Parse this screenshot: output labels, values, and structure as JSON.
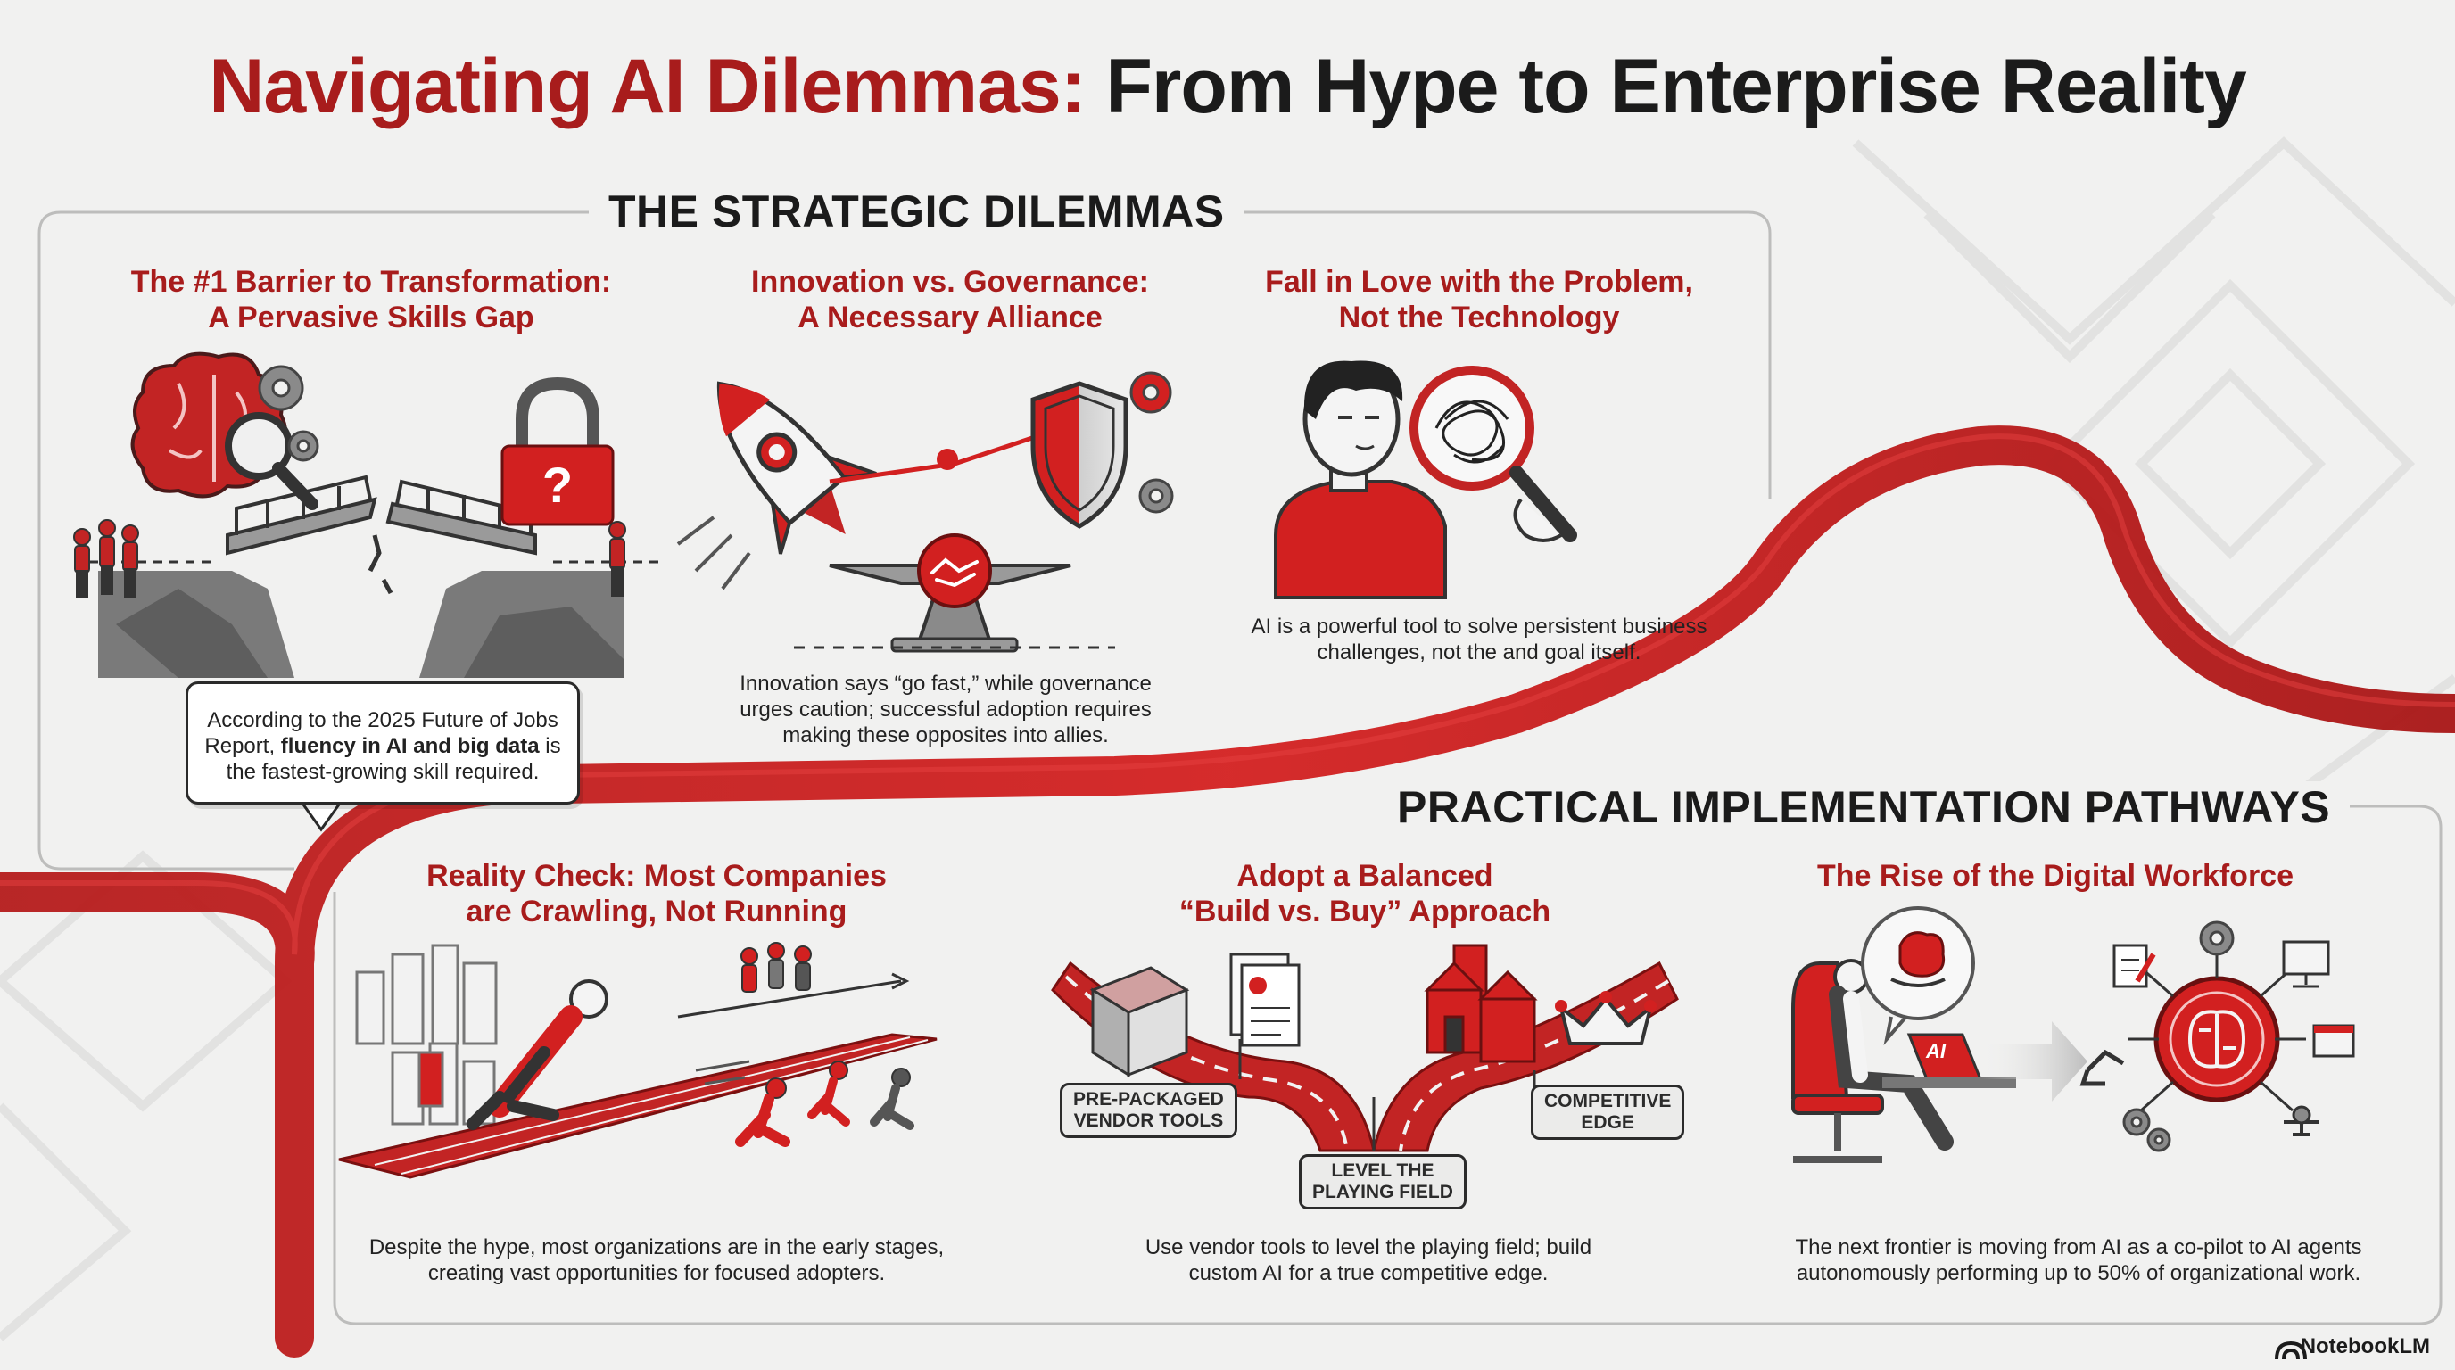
{
  "title": {
    "part1": "Navigating AI Dilemmas:",
    "part2": "From Hype to Enterprise Reality"
  },
  "sections": {
    "strategic": "THE STRATEGIC DILEMMAS",
    "practical": "PRACTICAL IMPLEMENTATION PATHWAYS"
  },
  "cards": {
    "skills": {
      "title_l1": "The #1 Barrier to Transformation:",
      "title_l2": "A Pervasive Skills Gap",
      "callout_l1": "According to the 2025 Future of Jobs",
      "callout_l2_a": "Report, ",
      "callout_l2_b": "fluency in AI and big data",
      "callout_l2_c": " is",
      "callout_l3": "the fastest-growing skill required.",
      "lock_symbol": "?"
    },
    "governance": {
      "title_l1": "Innovation vs. Governance:",
      "title_l2": "A Necessary Alliance",
      "caption_l1": "Innovation says “go fast,” while governance",
      "caption_l2": "urges caution; successful adoption requires",
      "caption_l3": "making these opposites into allies."
    },
    "problem": {
      "title_l1": "Fall in Love with the Problem,",
      "title_l2": "Not the Technology",
      "caption_l1": "AI is a powerful tool to solve persistent business",
      "caption_l2": "challenges, not the and goal itself."
    },
    "reality": {
      "title_l1": "Reality Check: Most Companies",
      "title_l2": "are Crawling, Not Running",
      "caption_l1": "Despite the hype, most organizations are in the early stages,",
      "caption_l2": "creating vast opportunities for focused adopters."
    },
    "build_buy": {
      "title_l1": "Adopt a Balanced",
      "title_l2": "“Build vs. Buy” Approach",
      "label_vendor_l1": "PRE-PACKAGED",
      "label_vendor_l2": "VENDOR TOOLS",
      "label_edge_l1": "COMPETITIVE",
      "label_edge_l2": "EDGE",
      "label_level_l1": "LEVEL THE",
      "label_level_l2": "PLAYING FIELD",
      "caption_l1": "Use vendor tools to level the playing field; build",
      "caption_l2": "custom AI for a true competitive edge."
    },
    "workforce": {
      "title": "The Rise of the Digital Workforce",
      "laptop_label": "AI",
      "caption_l1": "The next frontier is moving from AI as a co-pilot to AI agents",
      "caption_l2": "autonomously performing up to 50% of organizational work."
    }
  },
  "brand": "NotebookLM",
  "colors": {
    "accent_red": "#a81c1c",
    "bright_red": "#d42020",
    "dark": "#1b1b1b",
    "gray": "#8a8a8a",
    "background": "#f1f1f0"
  },
  "icons": [
    "brain-icon",
    "gear-icon",
    "magnifier-icon",
    "padlock-icon",
    "broken-bridge-icon",
    "rocket-icon",
    "shield-icon",
    "handshake-icon",
    "scale-icon",
    "person-icon",
    "tangled-magnifier-icon",
    "city-icon",
    "runner-icon",
    "box-icon",
    "document-icon",
    "castle-icon",
    "crown-icon",
    "laptop-icon",
    "ai-brain-hub-icon",
    "notebooklm-logo-icon"
  ]
}
